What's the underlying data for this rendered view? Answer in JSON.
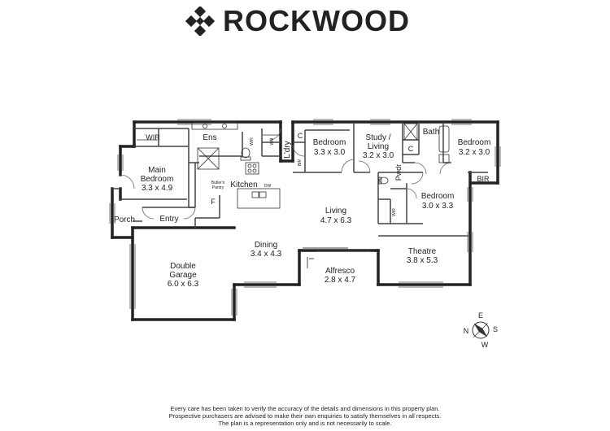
{
  "brand": {
    "name": "ROCKWOOD"
  },
  "rooms": {
    "wir_main": "WIR",
    "ens": "Ens",
    "wir_ens": "WIR",
    "wm": "WM",
    "laundry": "L'dry",
    "c1": "C",
    "bir1": "BIR",
    "bedroom1": {
      "name": "Bedroom",
      "dims": "3.3 x 3.0"
    },
    "study": {
      "name1": "Study /",
      "name2": "Living",
      "dims": "3.2 x 3.0"
    },
    "bath": "Bath",
    "c2": "C",
    "bedroom2": {
      "name": "Bedroom",
      "dims": "3.2 x 3.0"
    },
    "bir2": "BIR",
    "pwdr": "Pwdr",
    "bedroom3": {
      "name": "Bedroom",
      "dims": "3.0 x 3.3"
    },
    "wir3": "WIR",
    "main_bedroom": {
      "name1": "Main",
      "name2": "Bedroom",
      "dims": "3.3 x 4.9"
    },
    "butlers1": "Butler's",
    "butlers2": "Pantry",
    "kitchen": "Kitchen",
    "dw": "DW",
    "fridge": "F",
    "porch": "Porch",
    "entry": "Entry",
    "living": {
      "name": "Living",
      "dims": "4.7 x 6.3"
    },
    "dining": {
      "name": "Dining",
      "dims": "3.4 x 4.3"
    },
    "garage": {
      "name1": "Double",
      "name2": "Garage",
      "dims": "6.0 x 6.3"
    },
    "alfresco": {
      "name": "Alfresco",
      "dims": "2.8 x 4.7"
    },
    "theatre": {
      "name": "Theatre",
      "dims": "3.8 x 5.3"
    }
  },
  "compass": {
    "n": "N",
    "e": "E",
    "s": "S",
    "w": "W"
  },
  "disclaimer": {
    "line1": "Every care has been taken to verify the accuracy of the details and dimensions in this property plan.",
    "line2": "Prospective purchasers are advised to make their own enquiries to satisfy themselves in all respects.",
    "line3": "The plan is a representation only and is not necessarily to scale."
  }
}
